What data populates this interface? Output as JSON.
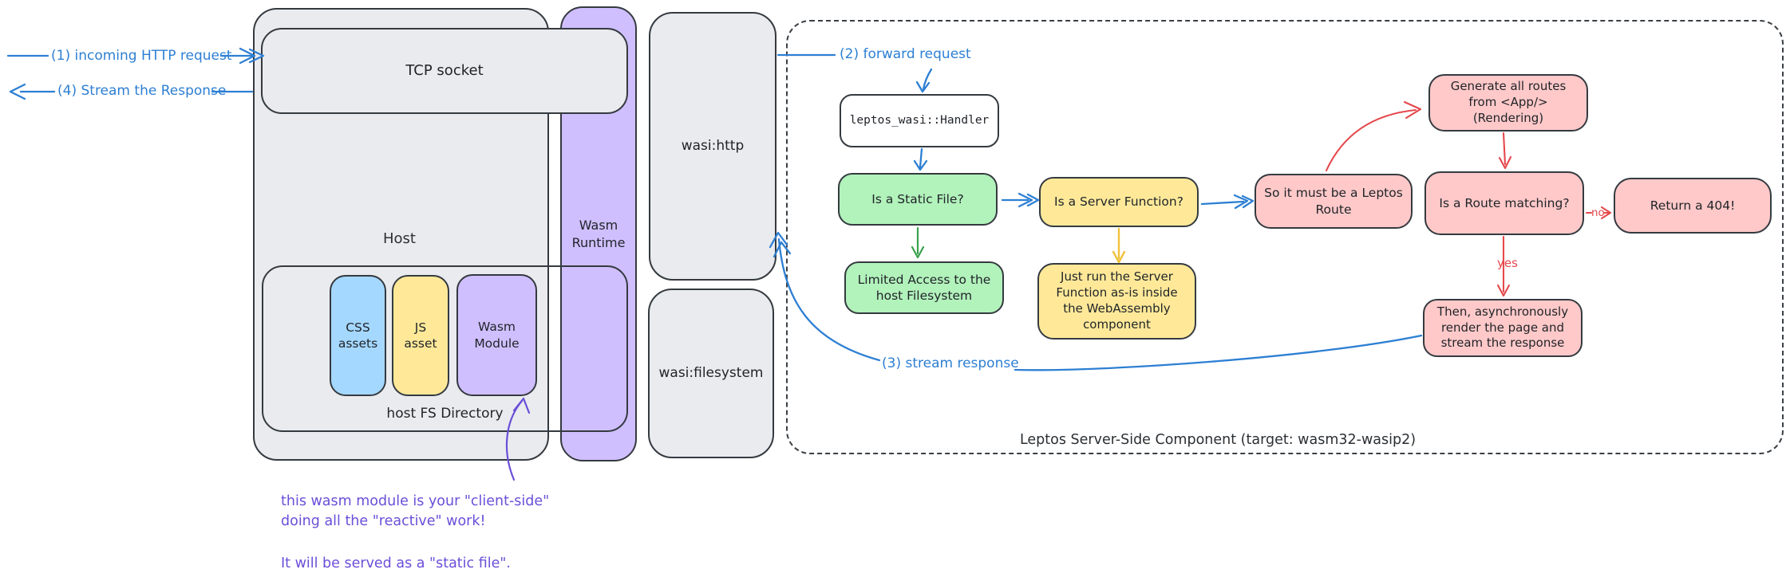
{
  "palette": {
    "ink_blue": "#2d7fd3",
    "ink_red": "#e5484d",
    "ink_green": "#3aa24f",
    "ink_yellow": "#f0c23c",
    "ink_purple": "#6b4fd8",
    "stroke_dark": "#343a40",
    "fill_gray": "#e9ebee",
    "fill_purple": "#d0bfff",
    "fill_blue": "#a5d8ff",
    "fill_yellow": "#ffe999",
    "fill_green": "#b2f2bb",
    "fill_pink": "#ffc9c9"
  },
  "host": {
    "label": "Host",
    "tcp_socket": "TCP socket",
    "fs_directory": "host FS Directory",
    "css_assets": "CSS\nassets",
    "js_asset": "JS\nasset",
    "wasm_module": "Wasm\nModule"
  },
  "wasm_runtime": {
    "label": "Wasm\nRuntime"
  },
  "wasi": {
    "http": "wasi:http",
    "filesystem": "wasi:filesystem"
  },
  "steps": {
    "step1": "(1) incoming HTTP request",
    "step2": "(2) forward request",
    "step3": "(3) stream response",
    "step4": "(4) Stream the Response"
  },
  "flow": {
    "handler": "leptos_wasi::Handler",
    "is_static_file": "Is a Static File?",
    "limited_access": "Limited Access to the\nhost Filesystem",
    "is_server_function": "Is a Server Function?",
    "run_server_function": "Just run the Server\nFunction as-is inside\nthe WebAssembly\ncomponent",
    "leptos_route": "So it must be a Leptos\nRoute",
    "generate_routes": "Generate all routes\nfrom <App/>\n(Rendering)",
    "route_matching": "Is a Route matching?",
    "return_404": "Return a 404!",
    "render_stream": "Then, asynchronously\nrender the page and\nstream the response",
    "no_label": "no",
    "yes_label": "yes"
  },
  "caption": "Leptos Server-Side Component (target: wasm32-wasip2)",
  "annotation": {
    "line1": "this wasm module is your \"client-side\"\ndoing all the \"reactive\" work!",
    "line2": "It will be served as a \"static file\"."
  }
}
